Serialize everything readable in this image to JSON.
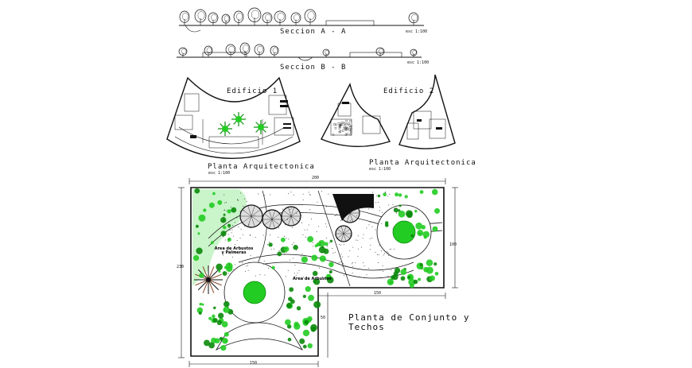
{
  "sections": {
    "a_title": "Seccion A - A",
    "b_title": "Seccion B - B",
    "scale_note": "esc 1:100"
  },
  "buildings": {
    "edificio_1": "Edificio 1",
    "edificio_2": "Edificio 2",
    "plan_label": "Planta Arquitectonica",
    "scale_note": "esc 1:100"
  },
  "site_plan": {
    "title_line1": "Planta de Conjunto y",
    "title_line2": "Techos",
    "area_arbustos_palmeras": "Area de Arbustos y Palmeras",
    "area_arbustos": "Area de Arbustos",
    "dim_top": "200",
    "dim_bottom": "150",
    "dim_left": "230",
    "dim_right": "100",
    "dim_mid_horizontal": "150",
    "dim_mid_vertical": "50"
  },
  "colors": {
    "line": "#111111",
    "vegetation": "#22cc22",
    "vegetation_dark": "#0a8a0a",
    "accent_brown": "#8a4a2a"
  }
}
